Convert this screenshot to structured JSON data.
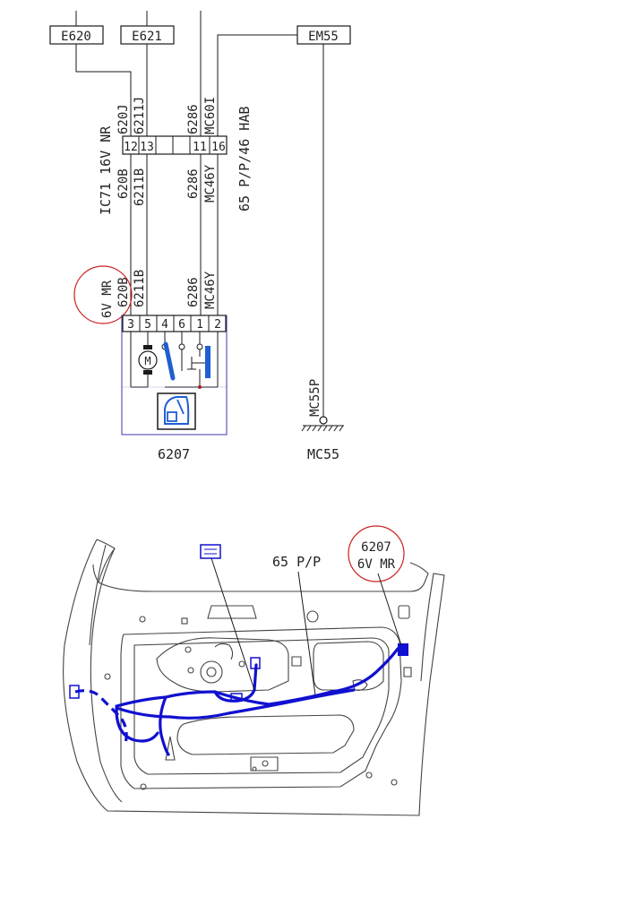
{
  "schematic": {
    "connectors": {
      "e620": "E620",
      "e621": "E621",
      "em55": "EM55"
    },
    "connector_ic71": {
      "name": "IC71 16V NR",
      "pins": [
        "12",
        "13",
        "",
        "11",
        "16"
      ],
      "wires_top": [
        "620J",
        "6211J",
        "6286",
        "MC60I"
      ],
      "wires_bottom": [
        "620B",
        "6211B",
        "6286",
        "MC46Y"
      ]
    },
    "connector_65": {
      "name": "65 P/P/46 HAB"
    },
    "lower_wires": [
      "620B",
      "6211B",
      "6286",
      "MC46Y"
    ],
    "marked_connector": "6V MR",
    "component": {
      "pins": [
        "3",
        "5",
        "4",
        "6",
        "1",
        "2"
      ],
      "motor_symbol": "M",
      "id": "6207"
    },
    "ground": {
      "wire": "MC55P",
      "id": "MC55"
    }
  },
  "door_view": {
    "callout_65": "65 P/P",
    "callout_6207_id": "6207",
    "callout_6207_conn": "6V MR"
  },
  "colors": {
    "harness": "#1010d0",
    "highlight_circle": "#cc2020",
    "component_blue": "#1f5fd0"
  }
}
